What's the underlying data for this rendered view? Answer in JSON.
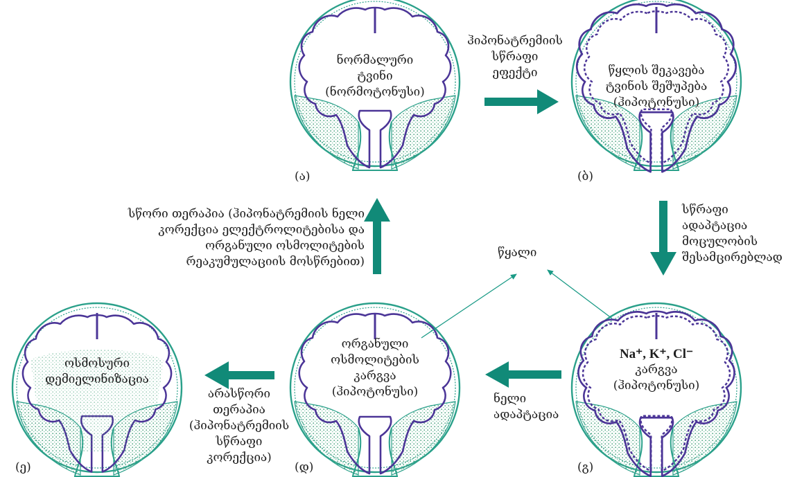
{
  "colors": {
    "teal": "#118a78",
    "skull": "#2aa08a",
    "brain": "#4b3597",
    "dotted": "#5aaa8a",
    "text": "#1e1e1e"
  },
  "brains": {
    "a": {
      "lines": [
        "ნორმალური",
        "ტვინი",
        "(ნორმოტონუსი)"
      ],
      "caption": "(ა)"
    },
    "b": {
      "lines": [
        "წყლის შეკავება",
        "ტვინის შეშუპება",
        "(ჰიპოტონუსი)"
      ],
      "caption": "(ბ)"
    },
    "g": {
      "ion": "Na⁺, K⁺, Cl⁻",
      "lines": [
        "კარგვა",
        "(ჰიპოტონუსი)"
      ],
      "caption": "(გ)"
    },
    "d": {
      "lines": [
        "ორგანული",
        "ოსმოლიტების",
        "კარგვა",
        "(ჰიპოტონუსი)"
      ],
      "caption": "(დ)"
    },
    "e": {
      "lines": [
        "ოსმოსური",
        "დემიელინიზაცია"
      ],
      "caption": "(ე)"
    }
  },
  "arrows": {
    "a_to_b": {
      "lines": [
        "ჰიპონატრემიის",
        "სწრაფი",
        "ეფექტი"
      ]
    },
    "b_to_g": {
      "lines": [
        "სწრაფი",
        "ადაპტაცია",
        "მოცულობის",
        "შესამცირებლად"
      ]
    },
    "g_to_d": {
      "lines": [
        "ნელი",
        "ადაპტაცია"
      ]
    },
    "d_to_e": {
      "lines": [
        "არასწორი",
        "თერაპია",
        "(ჰიპონატრემიის",
        "სწრაფი",
        "კორექცია)"
      ]
    },
    "d_to_a": {
      "lines": [
        "სწორი თერაპია (ჰიპონატრემიის ნელი",
        "კორექცია ელექტროლიტებისა და",
        "ორგანული ოსმოლიტების",
        "რეაკუმულაციის მოსწრებით)"
      ]
    }
  },
  "water": {
    "label": "წყალი"
  }
}
